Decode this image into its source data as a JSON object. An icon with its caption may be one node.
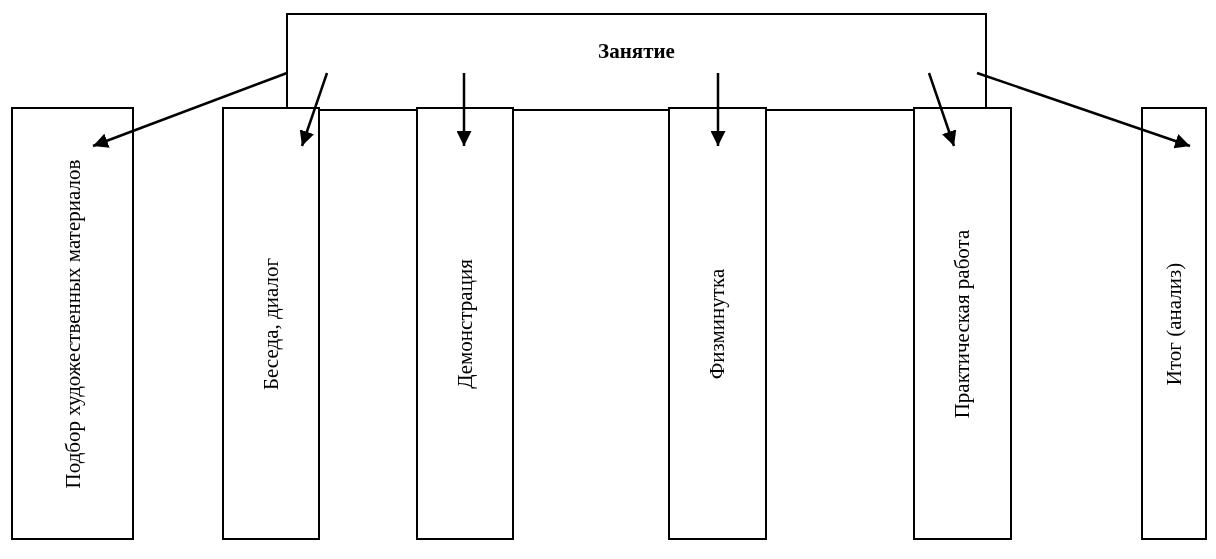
{
  "diagram": {
    "nodes": [
      {
        "text": [
          "Занятие"
        ]
      },
      {
        "text": [
          "Подбор художественных материалов"
        ]
      },
      {
        "text": [
          "Беседа, диалог"
        ]
      },
      {
        "text": [
          "Демонстрация"
        ]
      },
      {
        "text": [
          "Физминутка"
        ]
      },
      {
        "text": [
          "Практическая работа"
        ]
      },
      {
        "text": [
          "Итог (анализ)"
        ]
      }
    ],
    "edges": [
      {
        "from": 0,
        "to": 1,
        "arrow": "to"
      },
      {
        "from": 0,
        "to": 2,
        "arrow": "to"
      },
      {
        "from": 0,
        "to": 3,
        "arrow": "to"
      },
      {
        "from": 0,
        "to": 4,
        "arrow": "to"
      },
      {
        "from": 0,
        "to": 5,
        "arrow": "to"
      },
      {
        "from": 0,
        "to": 6,
        "arrow": "to"
      }
    ]
  }
}
